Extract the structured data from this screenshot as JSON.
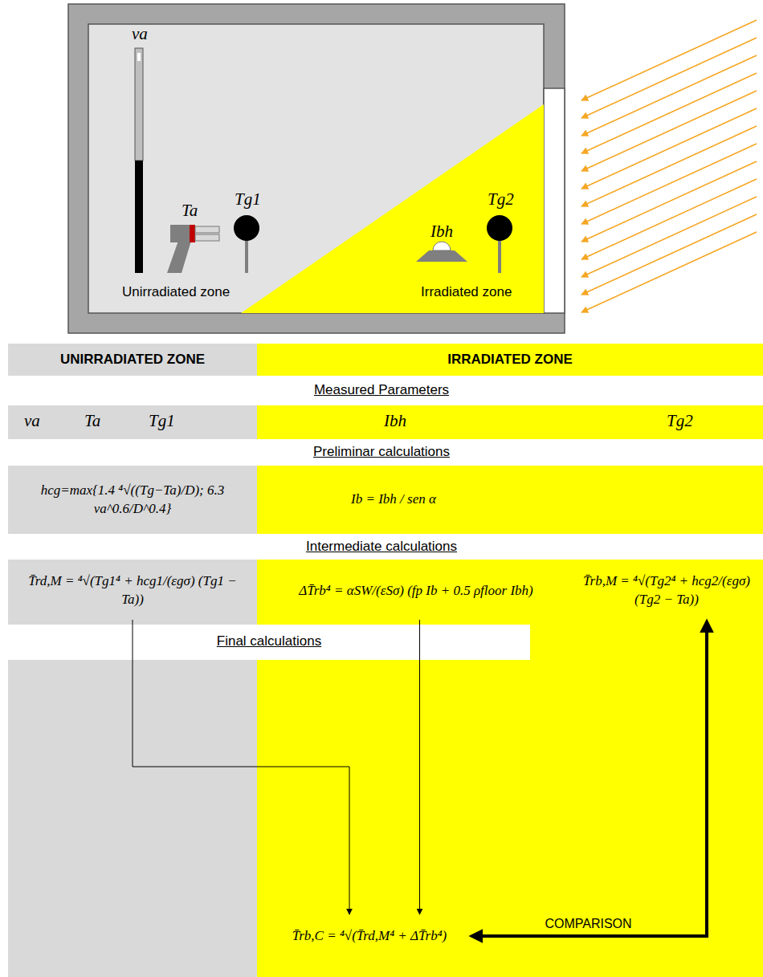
{
  "diagram": {
    "nodes": [
      {
        "text": [
          "UNIRRADIATED ZONE"
        ]
      },
      {
        "text": [
          "IRRADIATED ZONE"
        ]
      },
      {
        "text": [
          "hcg=max{1.4 ⁴√((Tg−Ta)/D); 6.3 va^0.6/D^0.4}"
        ]
      },
      {
        "text": [
          "Ib = Ibh / sen α"
        ]
      },
      {
        "text": [
          "T̄rd,M = ⁴√(Tg1⁴ + hcg1/(εgσ) (Tg1 − Ta))"
        ]
      },
      {
        "text": [
          "ΔT̄rb⁴ = αSW/(εSσ) (fp Ib + 0.5 ρfloor Ibh)"
        ]
      },
      {
        "text": [
          "T̄rb,M = ⁴√(Tg2⁴ + hcg2/(εgσ) (Tg2 − Ta))"
        ]
      },
      {
        "text": [
          "T̄rb,C = ⁴√(T̄rd,M⁴ + ΔT̄rb⁴)"
        ]
      }
    ],
    "edges": [
      {
        "from": 4,
        "to": 7,
        "arrow": "to"
      },
      {
        "from": 5,
        "to": 7,
        "arrow": "to"
      },
      {
        "from": 7,
        "to": 6,
        "label": "COMPARISON",
        "arrow": "both"
      }
    ],
    "labels": [
      "va",
      "Ta",
      "Tg1",
      "Ibh",
      "Tg2",
      "Unirradiated zone",
      "Irradiated zone",
      "Measured Parameters",
      "va",
      "Ta",
      "Tg1",
      "Ibh",
      "Tg2",
      "Preliminar calculations",
      "Intermediate calculations",
      "Final calculations"
    ]
  }
}
